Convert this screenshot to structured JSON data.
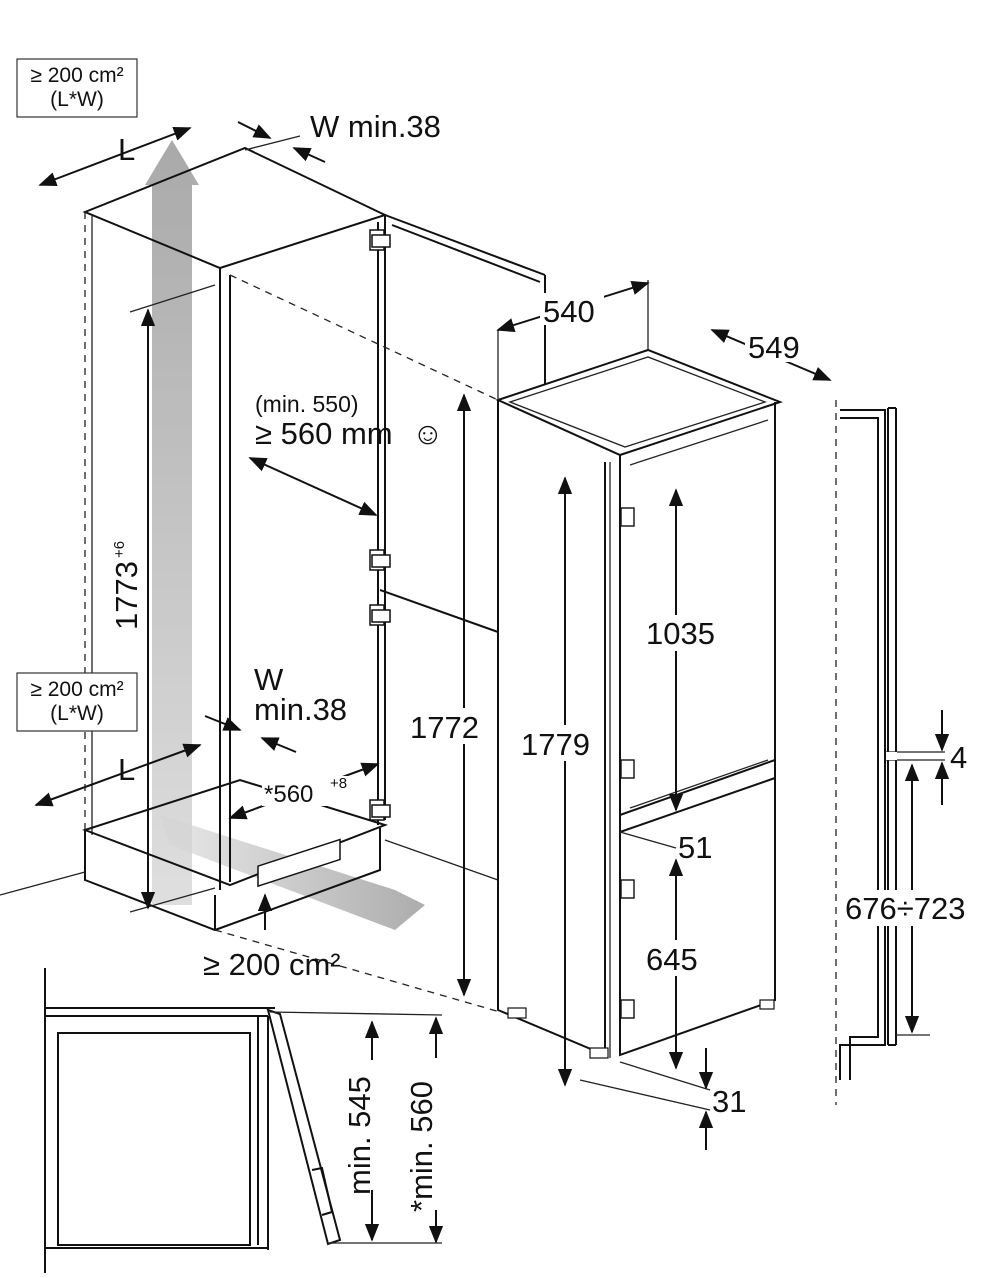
{
  "labels": {
    "vent_top_area": "≥ 200 cm²",
    "vent_top_lw": "(L*W)",
    "vent_bottom_area": "≥ 200 cm²",
    "vent_bottom_lw": "(L*W)",
    "l_top": "L",
    "l_bottom": "L",
    "w_top": "W min.38",
    "w_bottom_1": "W",
    "w_bottom_2": "min.38",
    "min_550": "(min. 550)",
    "min_560": "≥ 560 mm",
    "smiley": "☺",
    "niche_height": "1773",
    "niche_height_tol": "+6",
    "niche_width": "*560",
    "niche_width_tol": "+8",
    "plinth_vent": "≥ 200 cm²",
    "appliance_width": "540",
    "appliance_depth": "549",
    "height_1772": "1772",
    "height_1779": "1779",
    "height_1035": "1035",
    "gap_51": "51",
    "height_645": "645",
    "gap_31": "31",
    "gap_4": "4",
    "range_676_723": "676÷723",
    "min_545": "min. 545",
    "min_560_side": "*min. 560"
  }
}
